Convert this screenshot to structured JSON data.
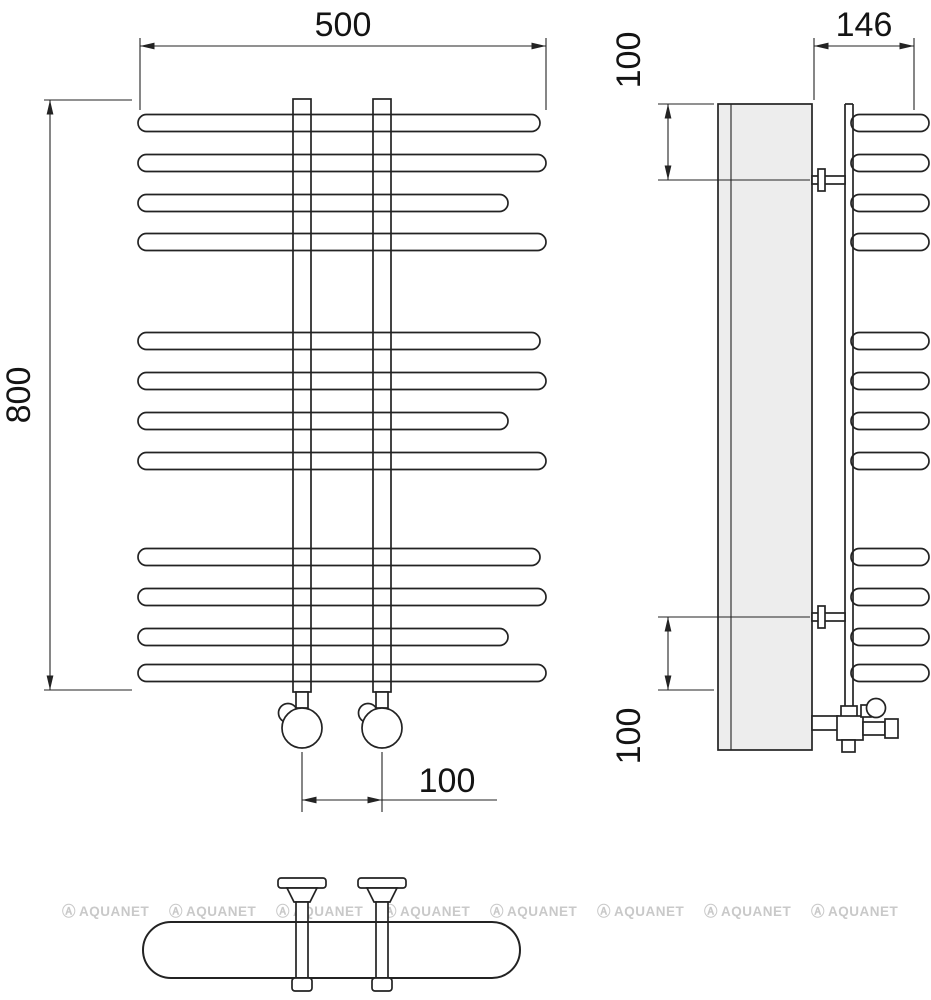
{
  "drawing": {
    "front_view": {
      "width_dimension": "500",
      "height_dimension": "800",
      "valve_spacing_dimension": "100"
    },
    "side_view": {
      "depth_dimension": "146",
      "top_offset_dimension": "100",
      "bottom_offset_dimension": "100"
    },
    "watermark": {
      "icon": "Ⓐ",
      "label": "AQUANET"
    },
    "colors": {
      "line": "#232323",
      "panel_fill": "#ededed",
      "watermark": "#c9c9c9",
      "background": "#ffffff"
    }
  }
}
